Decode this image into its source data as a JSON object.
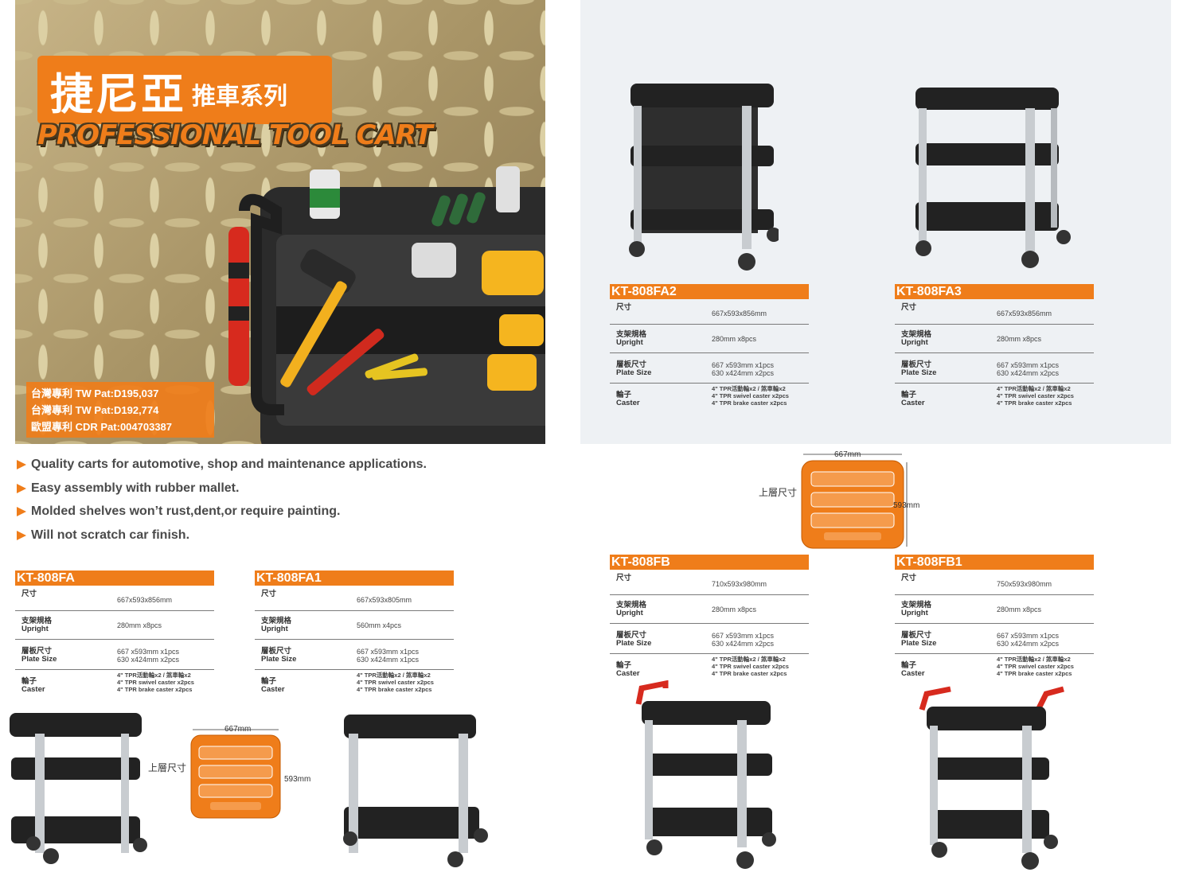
{
  "hero": {
    "title_big": "捷尼亞",
    "title_small": "推車系列",
    "subtitle": "PROFESSIONAL TOOL CART",
    "patents": [
      "台灣專利 TW Pat:D195,037",
      "台灣專利 TW Pat:D192,774",
      "歐盟專利 CDR Pat:004703387"
    ]
  },
  "features": [
    "Quality carts for automotive, shop and maintenance applications.",
    "Easy assembly with rubber mallet.",
    "Molded shelves won’t rust,dent,or require painting.",
    "Will not scratch car finish."
  ],
  "labels": {
    "size": "尺寸",
    "upright_zh": "支架規格",
    "upright_en": "Upright",
    "plate_zh": "層板尺寸",
    "plate_en": "Plate Size",
    "caster_zh": "輪子",
    "caster_en": "Caster"
  },
  "plan": {
    "title": "上層尺寸",
    "width": "667mm",
    "depth": "593mm"
  },
  "products": {
    "fa": {
      "model": "KT-808FA",
      "size": "667x593x856mm",
      "upright": "280mm x8pcs",
      "plate": [
        "667 x593mm x1pcs",
        "630 x424mm x2pcs"
      ],
      "caster": [
        "4\" TPR活動輪x2 / 煞車輪x2",
        "4\" TPR swivel caster x2pcs",
        "4\" TPR brake caster x2pcs"
      ]
    },
    "fa1": {
      "model": "KT-808FA1",
      "size": "667x593x805mm",
      "upright": "560mm x4pcs",
      "plate": [
        "667 x593mm x1pcs",
        "630 x424mm x1pcs"
      ],
      "caster": [
        "4\" TPR活動輪x2 / 煞車輪x2",
        "4\" TPR swivel caster x2pcs",
        "4\" TPR brake caster x2pcs"
      ]
    },
    "fa2": {
      "model": "KT-808FA2",
      "size": "667x593x856mm",
      "upright": "280mm x8pcs",
      "plate": [
        "667 x593mm x1pcs",
        "630 x424mm x2pcs"
      ],
      "caster": [
        "4\" TPR活動輪x2 / 煞車輪x2",
        "4\" TPR swivel caster x2pcs",
        "4\" TPR brake caster x2pcs"
      ]
    },
    "fa3": {
      "model": "KT-808FA3",
      "size": "667x593x856mm",
      "upright": "280mm x8pcs",
      "plate": [
        "667 x593mm x1pcs",
        "630 x424mm x2pcs"
      ],
      "caster": [
        "4\" TPR活動輪x2 / 煞車輪x2",
        "4\" TPR swivel caster x2pcs",
        "4\" TPR brake caster x2pcs"
      ]
    },
    "fb": {
      "model": "KT-808FB",
      "size": "710x593x980mm",
      "upright": "280mm x8pcs",
      "plate": [
        "667 x593mm x1pcs",
        "630 x424mm x2pcs"
      ],
      "caster": [
        "4\" TPR活動輪x2 / 煞車輪x2",
        "4\" TPR swivel caster x2pcs",
        "4\" TPR brake caster x2pcs"
      ]
    },
    "fb1": {
      "model": "KT-808FB1",
      "size": "750x593x980mm",
      "upright": "280mm x8pcs",
      "plate": [
        "667 x593mm x1pcs",
        "630 x424mm x2pcs"
      ],
      "caster": [
        "4\" TPR活動輪x2 / 煞車輪x2",
        "4\" TPR swivel caster x2pcs",
        "4\" TPR brake caster x2pcs"
      ]
    }
  },
  "colors": {
    "accent": "#ef7d1a",
    "cart_black": "#222222",
    "aluminum": "#c8ccd0",
    "grey_panel": "#eef1f4"
  }
}
